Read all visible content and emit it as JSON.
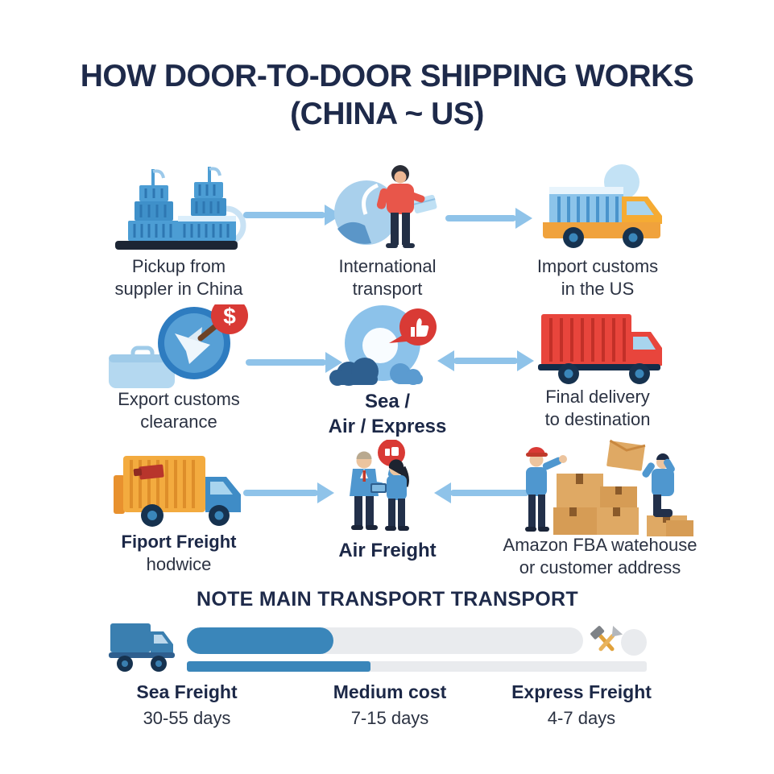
{
  "title": {
    "line1": "HOW DOOR-TO-DOOR SHIPPING WORKS",
    "line2": "(CHINA ~ US)"
  },
  "flow": {
    "row1": {
      "step1": {
        "line1": "Pickup from",
        "line2": "suppler in China"
      },
      "step2": {
        "line1": "International",
        "line2": "transport"
      },
      "step3": {
        "line1": "Import customs",
        "line2": "in the US"
      }
    },
    "row2": {
      "step1": {
        "line1": "Export customs",
        "line2": "clearance"
      },
      "step2": {
        "line1": "Sea /",
        "line2": "Air / Express"
      },
      "step3": {
        "line1": "Final delivery",
        "line2": "to destination"
      }
    },
    "row3": {
      "step1": {
        "line1": "Fiport Freight",
        "line2": "hodwice"
      },
      "step2": {
        "line1": "Air Freight",
        "line2": ""
      },
      "step3": {
        "line1": "Amazon FBA watehouse",
        "line2": "or customer address"
      }
    }
  },
  "note": {
    "heading": "NOTE MAIN TRANSPORT TRANSPORT",
    "bars": {
      "top_fill_pct": 37,
      "bottom_fill_pct": 40
    },
    "columns": [
      {
        "name": "Sea Freight",
        "days": "30-55 days"
      },
      {
        "name": "Medium cost",
        "days": "7-15 days"
      },
      {
        "name": "Express Freight",
        "days": "4-7 days"
      }
    ]
  },
  "icons": {
    "dollar_sign": "$",
    "list": [
      "factory-port-icon",
      "globe-person-icon",
      "container-truck-icon",
      "customs-dollar-icon",
      "globe-transport-icon",
      "delivery-truck-icon",
      "cargo-van-icon",
      "agents-approval-icon",
      "warehouse-boxes-icon",
      "truck-icon",
      "crossed-tools-icon",
      "placeholder-circle"
    ]
  },
  "colors": {
    "navy": "#1e2a4a",
    "text": "#2b3242",
    "arrow_blue": "#8fc3e9",
    "bar_blue": "#3a86ba",
    "bar_bg": "#e9ebee",
    "red": "#d93a35",
    "orange": "#f0a23c",
    "steel_blue": "#4f97cf"
  }
}
